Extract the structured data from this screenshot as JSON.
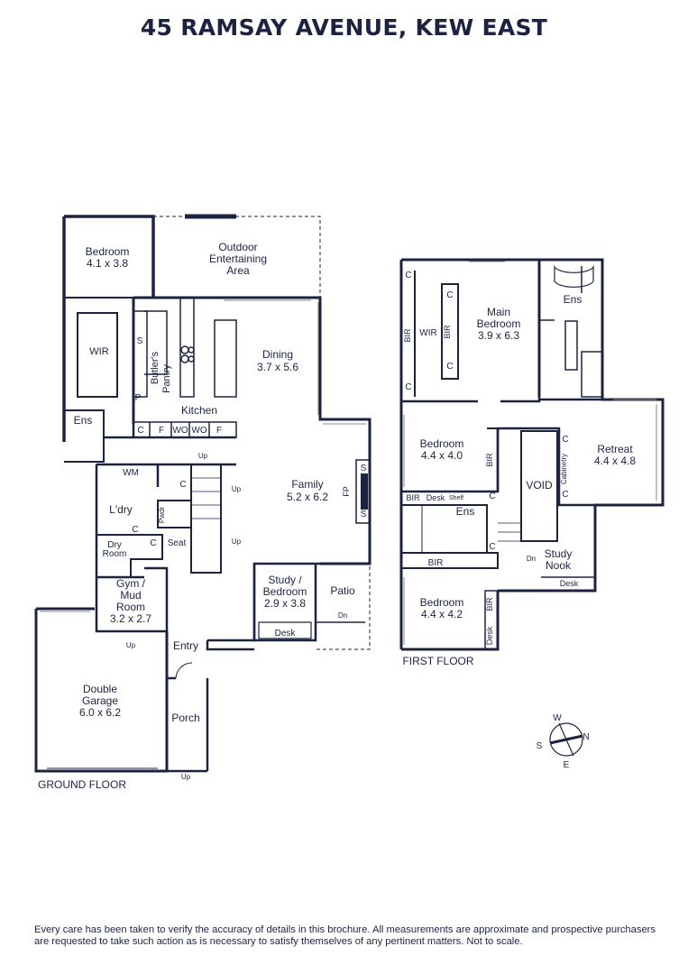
{
  "title": "45 RAMSAY AVENUE, KEW EAST",
  "ground_floor": {
    "label": "GROUND FLOOR",
    "rooms": {
      "bedroom": {
        "name": "Bedroom",
        "dims": "4.1 x 3.8"
      },
      "outdoor": {
        "line1": "Outdoor",
        "line2": "Entertaining",
        "line3": "Area"
      },
      "dining": {
        "name": "Dining",
        "dims": "3.7 x 5.6"
      },
      "wir": "WIR",
      "butlers1": "Butler's",
      "butlers2": "Pantry",
      "kitchen": "Kitchen",
      "ens": "Ens",
      "family": {
        "name": "Family",
        "dims": "5.2 x 6.2"
      },
      "fp": "FP",
      "wm": "WM",
      "ldry": "L'dry",
      "pwdr": "Pwdr",
      "dry1": "Dry",
      "dry2": "Room",
      "seat": "Seat",
      "gym": {
        "line1": "Gym /",
        "line2": "Mud",
        "line3": "Room",
        "dims": "3.2 x 2.7"
      },
      "study": {
        "line1": "Study /",
        "line2": "Bedroom",
        "dims": "2.9 x 3.8"
      },
      "desk": "Desk",
      "patio": "Patio",
      "entry": "Entry",
      "garage": {
        "line1": "Double",
        "line2": "Garage",
        "dims": "6.0 x 6.2"
      },
      "porch": "Porch"
    },
    "marks": {
      "s": "S",
      "p": "P",
      "c": "C",
      "f": "F",
      "wo": "WO",
      "up": "Up",
      "dn": "Dn"
    }
  },
  "first_floor": {
    "label": "FIRST FLOOR",
    "rooms": {
      "main_bedroom": {
        "line1": "Main",
        "line2": "Bedroom",
        "dims": "3.9 x 6.3"
      },
      "ens": "Ens",
      "wir": "WIR",
      "bir": "BIR",
      "bedroom2": {
        "name": "Bedroom",
        "dims": "4.4 x 4.0"
      },
      "retreat": {
        "name": "Retreat",
        "dims": "4.4 x 4.8"
      },
      "void": "VOID",
      "cabinetry": "Cabinetry",
      "desk": "Desk",
      "shelf": "Shelf",
      "study_nook": {
        "line1": "Study",
        "line2": "Nook"
      },
      "bedroom3": {
        "name": "Bedroom",
        "dims": "4.4 x 4.2"
      }
    }
  },
  "compass": {
    "w": "W",
    "n": "N",
    "s": "S",
    "e": "E"
  },
  "disclaimer": "Every care has been taken to verify the accuracy of details in this brochure. All measurements are approximate and prospective purchasers are requested to take such action as is necessary to satisfy themselves of any pertinent matters. Not to scale."
}
